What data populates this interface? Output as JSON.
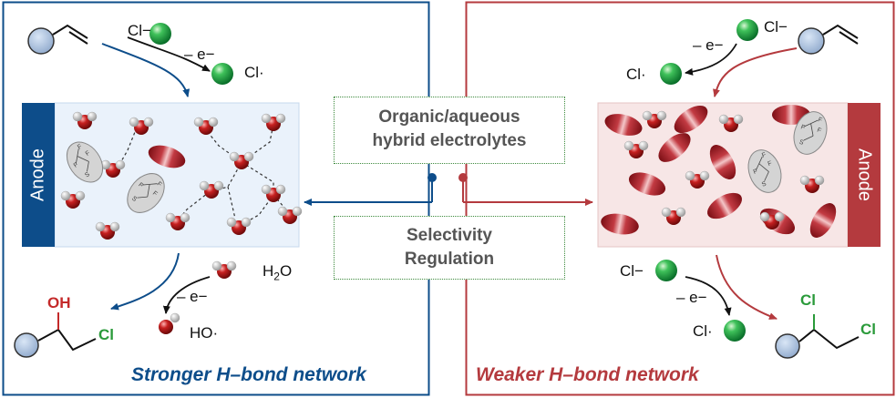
{
  "left_panel": {
    "title": "Stronger H–bond network",
    "electrode": "Anode",
    "chloride": "Cl−",
    "electron": "– e−",
    "radical": "Cl·",
    "water": "H",
    "water_sub": "2",
    "water_tail": "O",
    "hydroxyl": "HO·",
    "product_oh": "OH",
    "product_cl": "Cl",
    "color": "#0d4d8a"
  },
  "right_panel": {
    "title": "Weaker H–bond network",
    "electrode": "Anode",
    "chloride_top": "Cl−",
    "electron_top": "– e−",
    "radical_top": "Cl·",
    "chloride_bottom": "Cl−",
    "electron_bottom": "– e−",
    "radical_bottom": "Cl·",
    "product_cl_1": "Cl",
    "product_cl_2": "Cl",
    "color": "#b43a3e"
  },
  "center": {
    "box_top": [
      "Organic/aqueous",
      "hybrid electrolytes"
    ],
    "box_bottom": [
      "Selectivity",
      "Regulation"
    ]
  },
  "colors": {
    "blue": "#0d4d8a",
    "red": "#b43a3e",
    "green_label": "#2a9a3a",
    "oxygen": "#c42a2a",
    "cell_left": "#eaf2fb",
    "cell_right": "#f7e6e6"
  },
  "icons": [
    "alkene-molecule-icon",
    "chlorine-ball-icon",
    "water-molecule-icon",
    "tfsi-anion-icon",
    "organic-solvent-icon"
  ]
}
